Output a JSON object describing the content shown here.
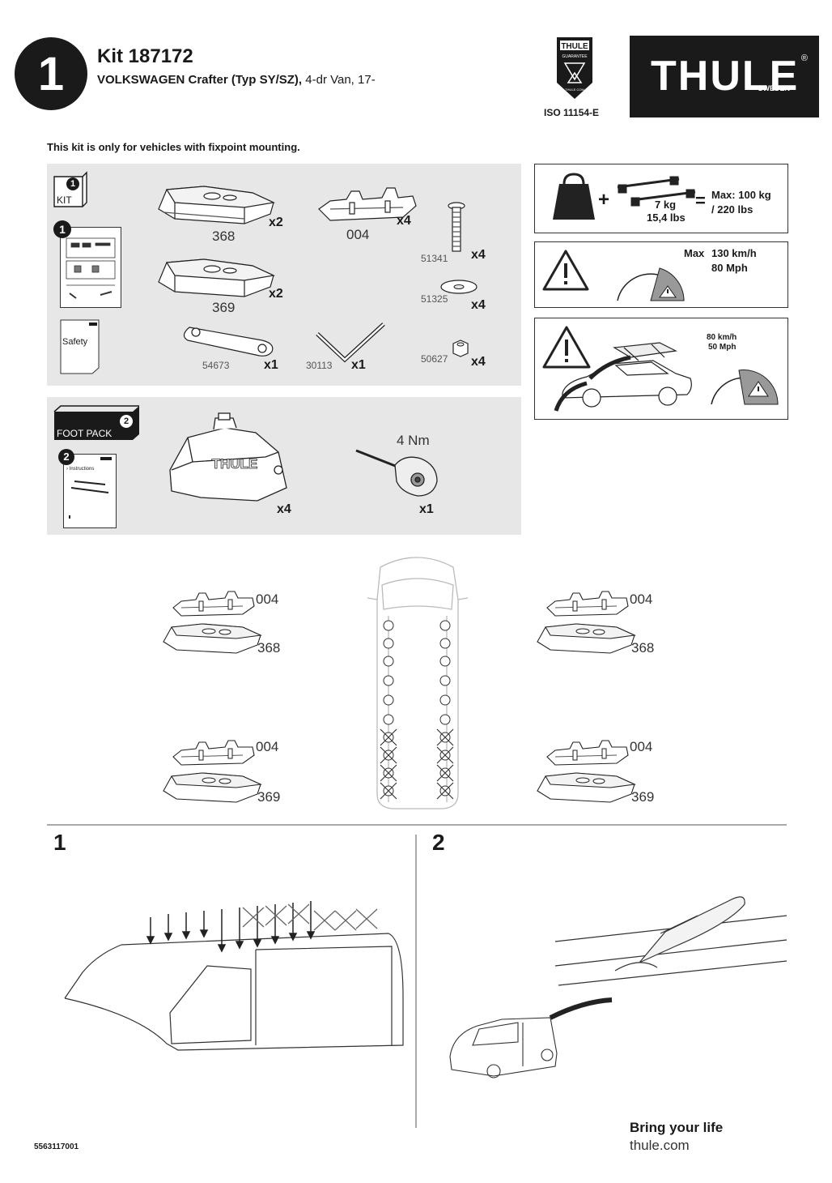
{
  "header": {
    "step_number": "1",
    "kit_title": "Kit 187172",
    "vehicle_bold": "VOLKSWAGEN Crafter (Typ SY/SZ),",
    "vehicle_rest": " 4-dr Van, 17-",
    "guarantee_badge": "THULE",
    "guarantee_sub": "GUARANTEE",
    "guarantee_site": "THULE.COM",
    "iso": "ISO 11154-E",
    "logo": "THULE",
    "logo_sub": "SWEDEN",
    "logo_reg": "®"
  },
  "notice": "This kit is only for vehicles with fixpoint mounting.",
  "kit_panel": {
    "box_number": "1",
    "box_label": "KIT",
    "manual_number": "1",
    "safety_label": "Safety",
    "parts": [
      {
        "code": "368",
        "qty": "x2"
      },
      {
        "code": "369",
        "qty": "x2"
      },
      {
        "code": "004",
        "qty": "x4"
      },
      {
        "code": "51341",
        "qty": "x4"
      },
      {
        "code": "51325",
        "qty": "x4"
      },
      {
        "code": "54673",
        "qty": "x1"
      },
      {
        "code": "30113",
        "qty": "x1"
      },
      {
        "code": "50627",
        "qty": "x4"
      }
    ]
  },
  "foot_panel": {
    "box_number": "2",
    "box_label": "FOOT PACK",
    "manual_number": "2",
    "manual_text": "Instructions",
    "foot_qty": "x4",
    "foot_brand": "THULE",
    "torque": "4 Nm",
    "torque_qty": "x1"
  },
  "warnings": {
    "load_weight": "7 kg",
    "load_weight_lbs": "15,4 lbs",
    "load_max": "Max: 100 kg",
    "load_max_lbs": "/ 220 lbs",
    "speed_label": "Max",
    "speed_kmh": "130 km/h",
    "speed_mph": "80 Mph",
    "offroad_kmh": "80 km/h",
    "offroad_mph": "50 Mph"
  },
  "positions": {
    "tl_top": "004",
    "tl_bottom": "368",
    "tr_top": "004",
    "tr_bottom": "368",
    "bl_top": "004",
    "bl_bottom": "369",
    "br_top": "004",
    "br_bottom": "369"
  },
  "steps": {
    "step1": "1",
    "step2": "2"
  },
  "footer": {
    "doc_number": "5563117001",
    "tagline": "Bring your life",
    "site": "thule.com"
  }
}
